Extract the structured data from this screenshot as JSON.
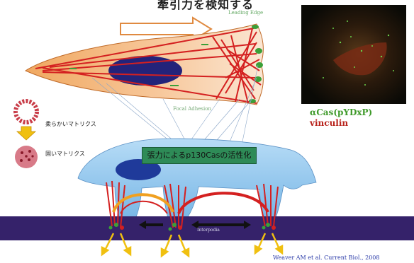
{
  "title": "牽引力を検知する",
  "labels": {
    "leading_edge": "Leading Edge",
    "focal_adhesion": "Focal Adhesion",
    "soft_matrix": "柔らかいマトリクス",
    "hard_matrix": "固いマトリクス",
    "tension": "張力によるp130Casの活性化",
    "interpodia": "Interpodia",
    "citation": "Weaver AM et al. Current Biol., 2008"
  },
  "legend": {
    "acas": "αCas(pYDxP)",
    "vinculin": "vinculin",
    "acas_color": "#3f9a2a",
    "vinculin_color": "#b8231c"
  },
  "colors": {
    "cell_orange": "#f0a05a",
    "nucleus": "#23237a",
    "fiber_red": "#d42020",
    "adhesion_green": "#3aa038",
    "cell_blue": "#8ec4ec",
    "matrix": "#35226a",
    "arrow_yellow": "#f0c010"
  }
}
